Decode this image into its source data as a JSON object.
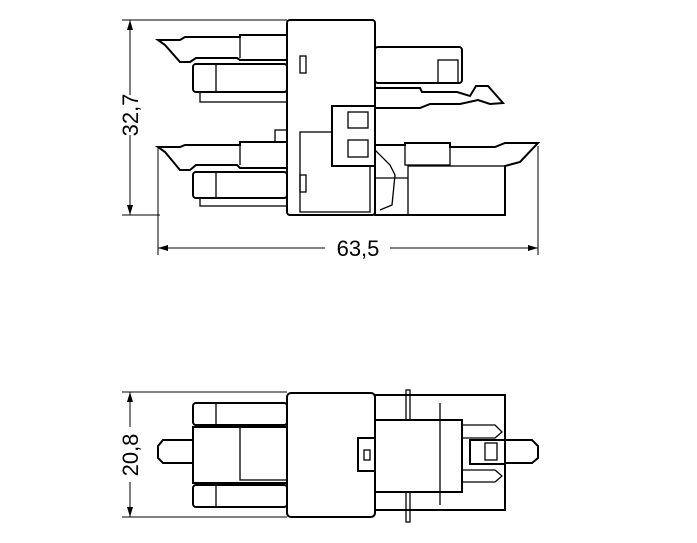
{
  "dimensions": {
    "height_side_view": "32,7",
    "length_side_view": "63,5",
    "height_top_view": "20,8"
  },
  "colors": {
    "line": "#000000",
    "background": "#ffffff"
  }
}
